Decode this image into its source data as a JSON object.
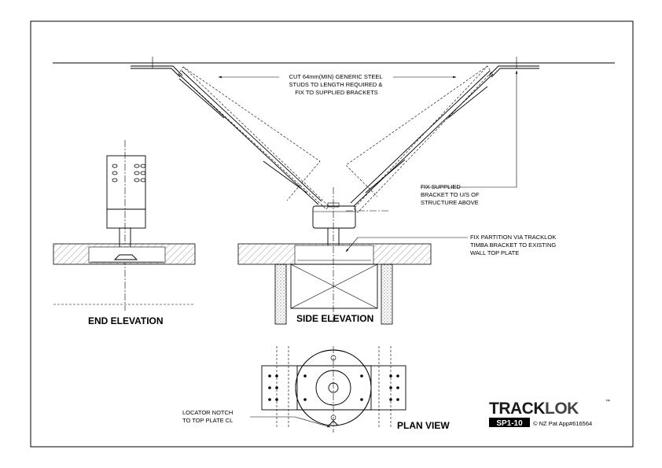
{
  "notes": {
    "studs": [
      "CUT 64mm(MIN) GENERIC STEEL",
      "STUDS TO LENGTH REQUIRED &",
      "FIX TO SUPPLIED BRACKETS"
    ],
    "fix_bracket": [
      "FIX SUPPLIED",
      "BRACKET TO U/S OF",
      "STRUCTURE ABOVE"
    ],
    "fix_partition": [
      "FIX PARTITION VIA TRACKLOK",
      "TIMBA BRACKET TO EXISTING",
      "WALL TOP PLATE"
    ],
    "locator": [
      "LOCATOR NOTCH",
      "TO TOP PLATE CL"
    ]
  },
  "views": {
    "end": "END ELEVATION",
    "side": "SIDE ELEVATION",
    "plan": "PLAN VIEW"
  },
  "brand": {
    "name_a": "TRACK",
    "name_b": "LOK",
    "tm": "™",
    "badge": "SP1-10",
    "patent": "© NZ Pat App#616564"
  }
}
